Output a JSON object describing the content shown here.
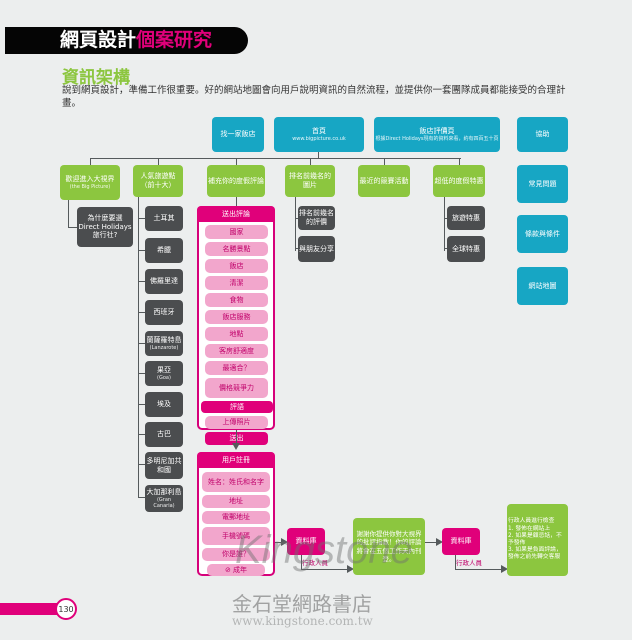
{
  "header": {
    "title_black": "網頁設計",
    "title_pink": "個案研究"
  },
  "section_title": "資訊架構",
  "intro": "說到網頁設計，準備工作很重要。好的網站地圖會向用戶說明資訊的自然流程，並提供你一套團隊成員都能接受的合理計畫。",
  "top_nav": [
    {
      "label": "找一家飯店"
    },
    {
      "label": "首頁",
      "sub": "www.bigpicture.co.uk"
    },
    {
      "label": "飯店評價頁",
      "sub": "根據Direct Holidays現有的資料來看，約有四百五十頁"
    },
    {
      "label": "協助"
    }
  ],
  "help_items": [
    "常見問題",
    "條款與條件",
    "網站地圖"
  ],
  "sections": [
    {
      "label": "歡迎進入大視界",
      "sub": "(the Big Picture)"
    },
    {
      "label": "人氣旅遊點（前十大）"
    },
    {
      "label": "補充你的度假評論"
    },
    {
      "label": "排名前幾名的圖片"
    },
    {
      "label": "最近的競賽活動"
    },
    {
      "label": "超低的度假特惠"
    }
  ],
  "welcome_children": [
    "為什麼要選Direct Holidays旅行社?"
  ],
  "destinations": [
    {
      "label": "土耳其"
    },
    {
      "label": "希臘"
    },
    {
      "label": "佛羅里達"
    },
    {
      "label": "西班牙"
    },
    {
      "label": "蘭薩羅特島",
      "sub": "(Lanzarote)"
    },
    {
      "label": "果亞",
      "sub": "(Goa)"
    },
    {
      "label": "埃及"
    },
    {
      "label": "古巴"
    },
    {
      "label": "多明尼加共和國"
    },
    {
      "label": "大加那利島",
      "sub": "(Gran Canaria)"
    }
  ],
  "review_form": {
    "title": "送出評論",
    "fields": [
      "國家",
      "名勝景點",
      "飯店",
      "清潔",
      "食物",
      "飯店服務",
      "地點",
      "客房舒適度",
      "最適合？",
      "價格競爭力"
    ],
    "comment": "評語",
    "upload": "上傳照片",
    "submit": "送出"
  },
  "ranking_children": [
    "排名前幾名的評價",
    "與朋友分享"
  ],
  "deals_children": [
    "旅遊特惠",
    "全球特惠"
  ],
  "register_form": {
    "title": "用戶註冊",
    "fields": [
      "姓名：姓氏和名字",
      "地址",
      "電郵地址",
      "手機號碼",
      "你是誰？"
    ],
    "adult": "成年"
  },
  "flow": {
    "database1": "資料庫",
    "admin1": "行政人員",
    "thanks": "謝謝你提供你對大視界的批評指教！你的評論將會在五個工作天內刊登。",
    "database2": "資料庫",
    "admin2": "行政人員",
    "review_check": "行政人員進行檢查\n1. 發佈在網站上\n2. 如果是顧忌話，不予發佈\n3. 如果是負面評論，發佈之前先轉交客服"
  },
  "page_number": "130",
  "watermark": {
    "brand": "Kingstone",
    "cn": "金石堂網路書店",
    "url": "www.kingstone.com.tw"
  },
  "colors": {
    "teal": "#17a6c4",
    "green": "#8cc63f",
    "dark": "#4b4d4f",
    "pink": "#e0007a",
    "light_pink": "#f2a6cc"
  }
}
